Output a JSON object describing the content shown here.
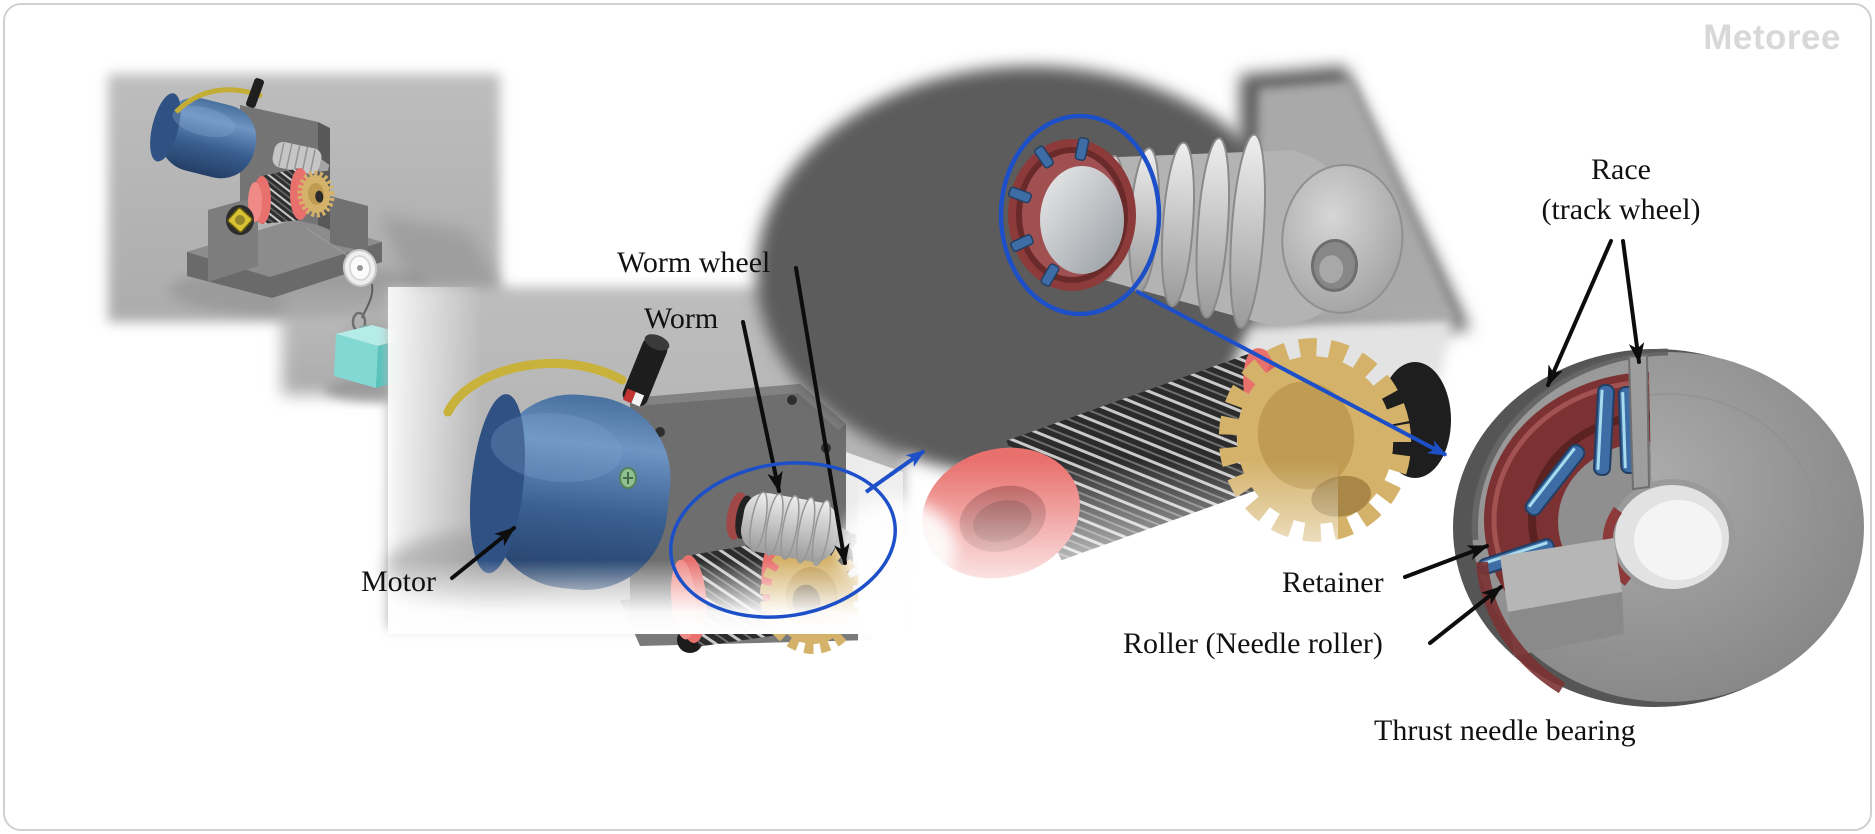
{
  "watermark": {
    "text": "Metoree"
  },
  "annotations": {
    "motor": "Motor",
    "worm": "Worm",
    "worm_wheel": "Worm wheel",
    "race": {
      "line1": "Race",
      "line2": "(track wheel)"
    },
    "retainer": "Retainer",
    "roller": "Roller (Needle roller)",
    "thrust_needle_bearing": "Thrust needle bearing"
  },
  "colors": {
    "annotation_blue": "#1d50c8",
    "annotation_black": "#0d0d0d",
    "label_text": "#111111",
    "watermark_gray": "#d8d8d8",
    "panel_gray": "#b5b5b5",
    "motor_blue": "#3c6192",
    "worm_silver": "#c6c6c6",
    "worm_wheel_gold": "#d4b26a",
    "drum_red": "#e8706d",
    "bearing_race_gray": "#8e8e8e",
    "retainer_red": "#7c3232",
    "roller_blue": "#3e6da6",
    "weight_cube_cyan": "#7fd8d2"
  }
}
